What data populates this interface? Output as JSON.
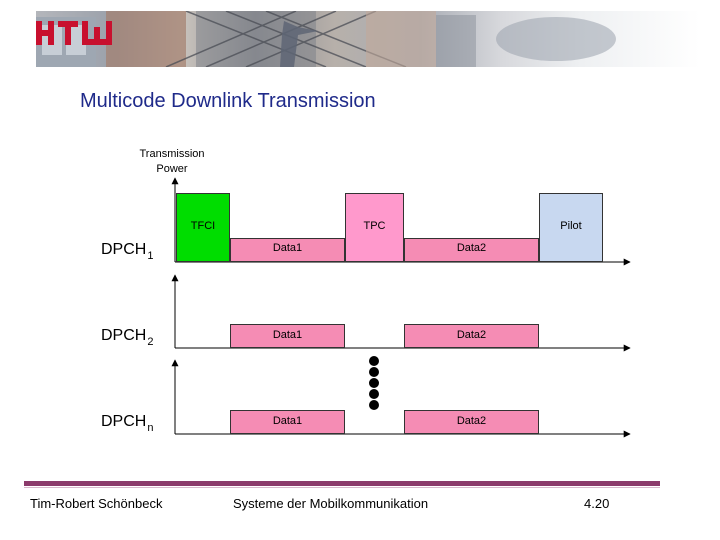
{
  "slide": {
    "title": "Multicode Downlink Transmission",
    "footer_author": "Tim-Robert Schönbeck",
    "footer_course": "Systeme der Mobilkommunikation",
    "footer_page": "4.20"
  },
  "diagram": {
    "y_axis_title_line1": "Transmission",
    "y_axis_title_line2": "Power",
    "fields": {
      "tfci": "TFCI",
      "tpc": "TPC",
      "pilot": "Pilot",
      "data1": "Data1",
      "data2": "Data2"
    },
    "channels": [
      {
        "name": "DPCH",
        "sub": "1"
      },
      {
        "name": "DPCH",
        "sub": "2"
      },
      {
        "name": "DPCH",
        "sub": "n"
      }
    ]
  },
  "colors": {
    "tfci": "#00dd00",
    "tpc": "#ff99cc",
    "pilot": "#c8d8f0",
    "data": "#f58cb4",
    "title": "#1f2a8a",
    "footer_bar": "#8b3a6b"
  },
  "logo_text": "HTW"
}
